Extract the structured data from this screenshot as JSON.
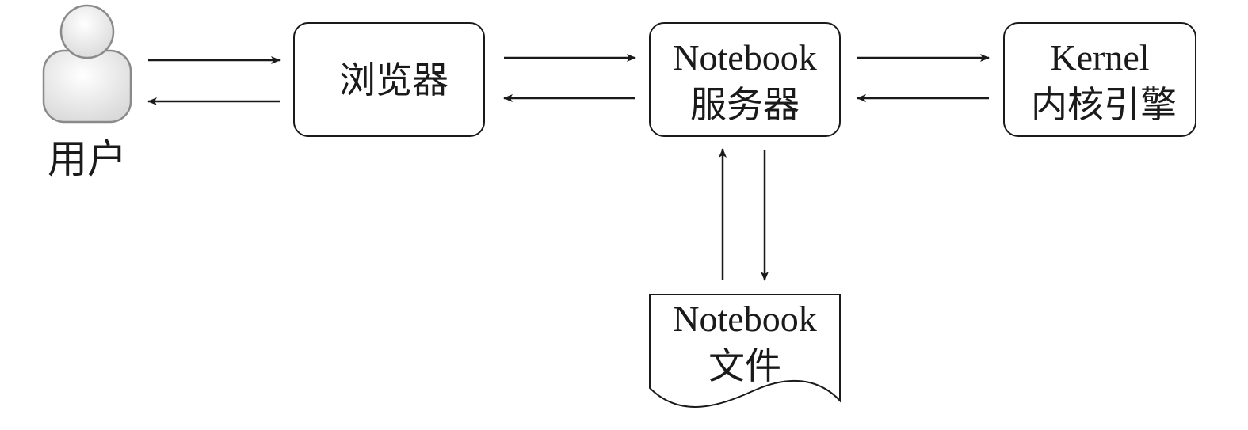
{
  "user": {
    "label": "用户"
  },
  "browser": {
    "label": "浏览器"
  },
  "server": {
    "line1": "Notebook",
    "line2": "服务器"
  },
  "kernel": {
    "line1": "Kernel",
    "line2": "内核引擎"
  },
  "file": {
    "line1": "Notebook",
    "line2": "文件"
  },
  "colors": {
    "stroke": "#1a1a1a",
    "user_fill": "#f0f0f0",
    "user_stroke": "#8a8a8a",
    "background": "#ffffff"
  }
}
